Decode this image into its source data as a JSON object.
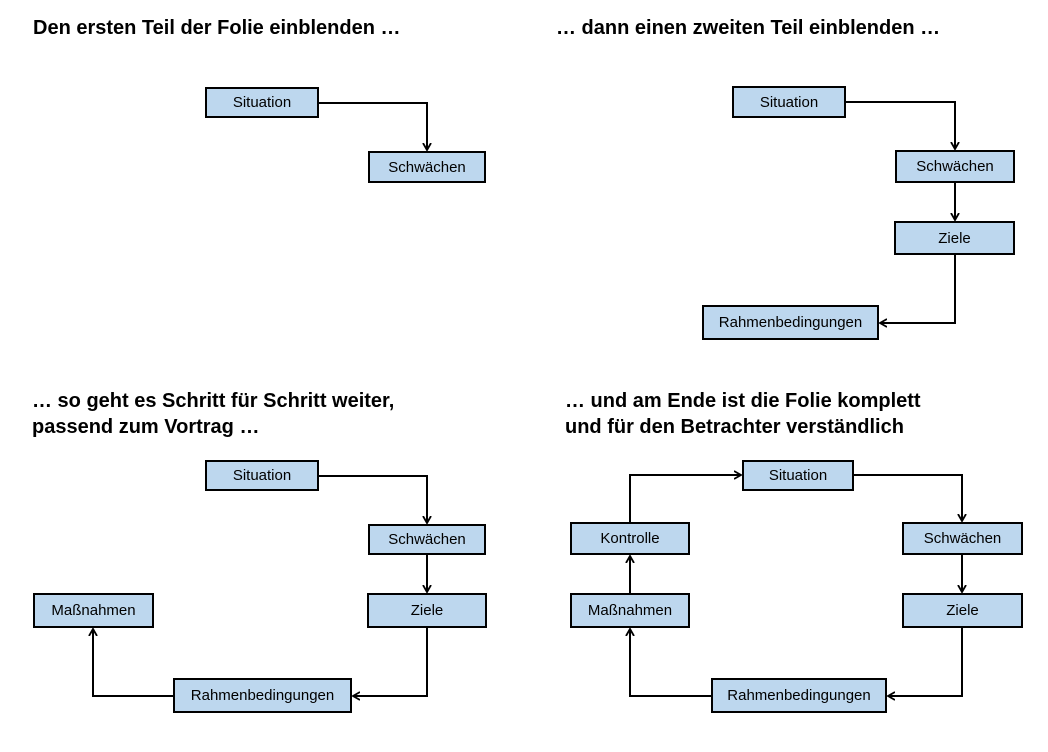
{
  "canvas": {
    "background": "#ffffff",
    "box_fill": "#BDD7EE",
    "box_border": "#000000",
    "arrow_color": "#000000",
    "text_color": "#000000"
  },
  "panels": [
    {
      "title_line1": "Den ersten Teil der Folie einblenden …",
      "title_line2": "",
      "nodes": {
        "situation": "Situation",
        "schwaechen": "Schwächen"
      },
      "edges": [
        {
          "from": "Situation",
          "to": "Schwächen"
        }
      ]
    },
    {
      "title_line1": "… dann einen zweiten Teil einblenden …",
      "title_line2": "",
      "nodes": {
        "situation": "Situation",
        "schwaechen": "Schwächen",
        "ziele": "Ziele",
        "rahmenbedingungen": "Rahmenbedingungen"
      },
      "edges": [
        {
          "from": "Situation",
          "to": "Schwächen"
        },
        {
          "from": "Schwächen",
          "to": "Ziele"
        },
        {
          "from": "Ziele",
          "to": "Rahmenbedingungen"
        }
      ]
    },
    {
      "title_line1": "… so geht es Schritt für Schritt weiter,",
      "title_line2": "passend zum Vortrag …",
      "nodes": {
        "situation": "Situation",
        "schwaechen": "Schwächen",
        "ziele": "Ziele",
        "rahmenbedingungen": "Rahmenbedingungen",
        "massnahmen": "Maßnahmen"
      },
      "edges": [
        {
          "from": "Situation",
          "to": "Schwächen"
        },
        {
          "from": "Schwächen",
          "to": "Ziele"
        },
        {
          "from": "Ziele",
          "to": "Rahmenbedingungen"
        },
        {
          "from": "Rahmenbedingungen",
          "to": "Maßnahmen"
        }
      ]
    },
    {
      "title_line1": "… und am Ende ist die Folie komplett",
      "title_line2": "und für den Betrachter verständlich",
      "nodes": {
        "situation": "Situation",
        "schwaechen": "Schwächen",
        "ziele": "Ziele",
        "rahmenbedingungen": "Rahmenbedingungen",
        "massnahmen": "Maßnahmen",
        "kontrolle": "Kontrolle"
      },
      "edges": [
        {
          "from": "Situation",
          "to": "Schwächen"
        },
        {
          "from": "Schwächen",
          "to": "Ziele"
        },
        {
          "from": "Ziele",
          "to": "Rahmenbedingungen"
        },
        {
          "from": "Rahmenbedingungen",
          "to": "Maßnahmen"
        },
        {
          "from": "Maßnahmen",
          "to": "Kontrolle"
        },
        {
          "from": "Kontrolle",
          "to": "Situation"
        }
      ]
    }
  ]
}
